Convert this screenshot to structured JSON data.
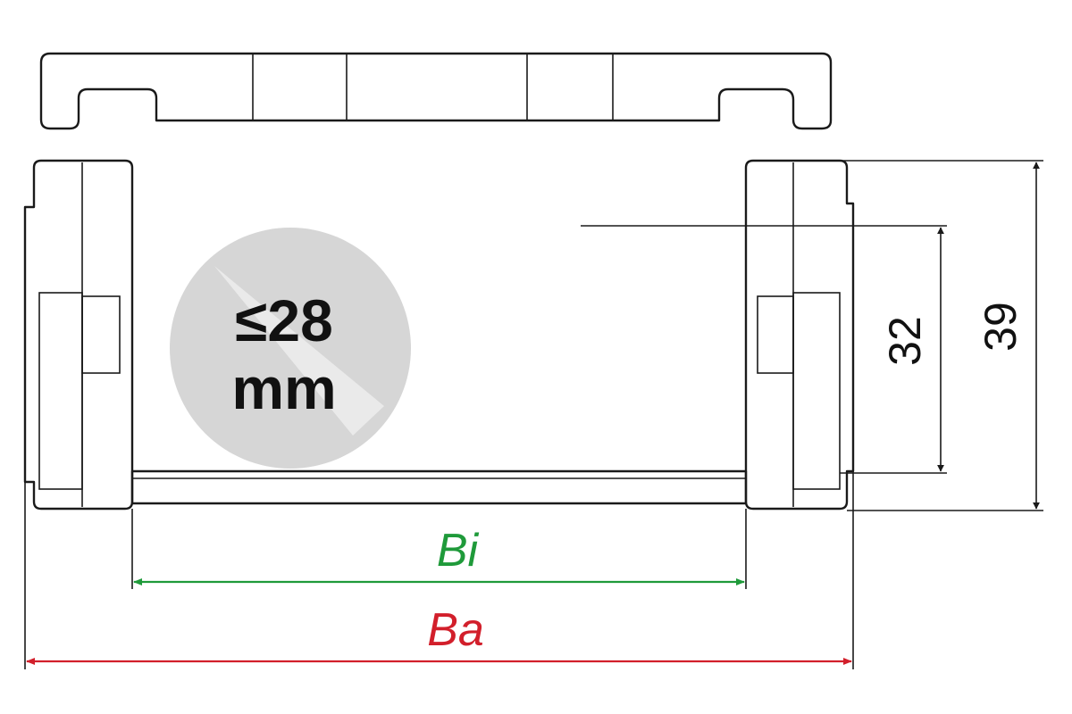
{
  "badge": {
    "line1": "≤28",
    "line2": "mm",
    "fill": "#d6d6d6"
  },
  "dimensions": {
    "inner_height": "32",
    "outer_height": "39",
    "inner_width_label": "Bi",
    "outer_width_label": "Ba"
  },
  "colors": {
    "outline": "#1a1a1a",
    "inner_width": "#1f9a3a",
    "outer_width": "#d21f2b"
  }
}
